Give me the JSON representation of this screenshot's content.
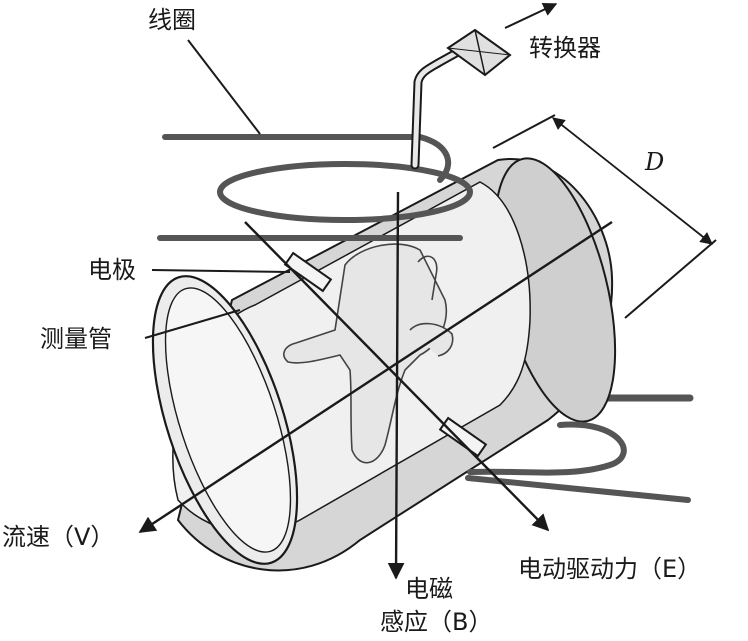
{
  "labels": {
    "coil": "线圈",
    "converter": "转换器",
    "diameter": "D",
    "electrode": "电极",
    "measuring_tube": "测量管",
    "flow_velocity": "流速（V）",
    "emf": "电动驱动力（E）",
    "induction_line1": "电磁",
    "induction_line2": "感应（B）"
  },
  "colors": {
    "ink": "#1a1a1a",
    "tube_shell": "#d8d8d8",
    "tube_inner": "#eeeeee",
    "coil": "#555555",
    "hand": "#c8c8c8"
  }
}
